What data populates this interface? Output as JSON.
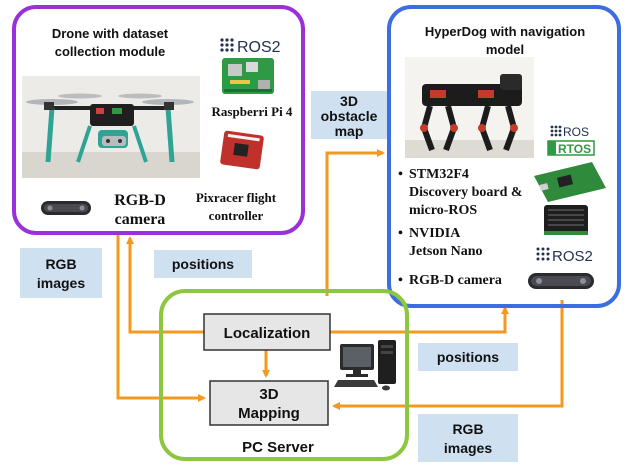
{
  "colors": {
    "drone_border": "#9b30d9",
    "hyperdog_border": "#3b6fe0",
    "server_border": "#8dc63f",
    "arrow": "#f39a1e",
    "label_box": "#cfe0f1",
    "module_box": "#e6e6e6"
  },
  "drone_panel": {
    "title_line1": "Drone with dataset",
    "title_line2": "collection module",
    "ros_logo": "ROS2",
    "rpi_label": "Raspberri Pi 4",
    "px_label_line1": "Pixracer flight",
    "px_label_line2": "controller",
    "camera_label_line1": "RGB-D",
    "camera_label_line2": "camera"
  },
  "hyperdog_panel": {
    "title_line1": "HyperDog with navigation",
    "title_line2": "model",
    "stm_line1": "STM32F4",
    "stm_line2": "Discovery board &",
    "stm_line3": "micro-ROS",
    "nvidia_line1": "NVIDIA",
    "nvidia_line2": "Jetson Nano",
    "camera_label": "RGB-D camera",
    "ros_logo": "ROS",
    "rtos_logo": "RTOS",
    "ros2_logo": "ROS2"
  },
  "server_panel": {
    "title": "PC Server",
    "localization_label": "Localization",
    "mapping_line1": "3D",
    "mapping_line2": "Mapping"
  },
  "labels": {
    "obstacle_map_line1": "3D",
    "obstacle_map_line2": "obstacle",
    "obstacle_map_line3": "map",
    "rgb_left_line1": "RGB",
    "rgb_left_line2": "images",
    "positions_top": "positions",
    "positions_right": "positions",
    "rgb_right_line1": "RGB",
    "rgb_right_line2": "images"
  },
  "icons": [
    "ros2-logo",
    "raspberry-pi-board",
    "pixracer-board",
    "drone-photo",
    "rgbd-camera",
    "robot-dog-photo",
    "ros-logo",
    "rtos-logo",
    "stm32-board",
    "jetson-nano-board",
    "pc-workstation"
  ]
}
